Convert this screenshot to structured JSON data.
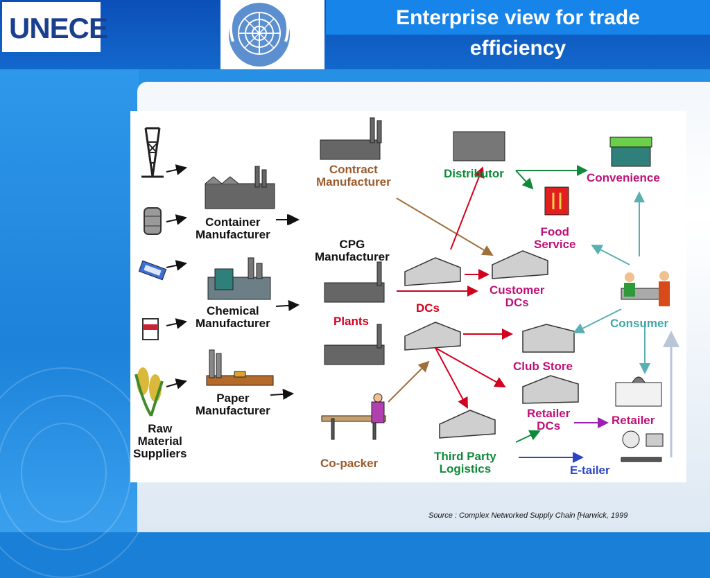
{
  "header": {
    "logo_text": "UNECE",
    "title_line1": "Enterprise view for trade",
    "title_line2": "efficiency"
  },
  "diagram": {
    "suppliers": {
      "container": [
        "Container",
        "Manufacturer"
      ],
      "chemical": [
        "Chemical",
        "Manufacturer"
      ],
      "paper": [
        "Paper",
        "Manufacturer"
      ],
      "raw": [
        "Raw",
        "Material",
        "Suppliers"
      ]
    },
    "contract": [
      "Contract",
      "Manufacturer"
    ],
    "cpg": [
      "CPG",
      "Manufacturer"
    ],
    "plants": "Plants",
    "dcs": "DCs",
    "copacker": "Co-packer",
    "distributor": "Distributor",
    "customer_dcs": [
      "Customer",
      "DCs"
    ],
    "club_store": "Club Store",
    "retailer_dcs": [
      "Retailer",
      "DCs"
    ],
    "third_party": [
      "Third Party",
      "Logistics"
    ],
    "convenience": "Convenience",
    "food_service": [
      "Food",
      "Service"
    ],
    "consumer": "Consumer",
    "retailer": "Retailer",
    "etailer": "E-tailer"
  },
  "source": "Source : Complex Networked Supply Chain [Harwick, 1999",
  "colors": {
    "header_blue": "#0b4fb8",
    "title_blue": "#1684e8",
    "arrow_red": "#d3001e",
    "arrow_brown": "#a0703a",
    "arrow_green": "#0f8a3a",
    "arrow_teal": "#5ab0b0",
    "arrow_purple": "#9a20b0",
    "arrow_blue": "#2b44c4"
  }
}
